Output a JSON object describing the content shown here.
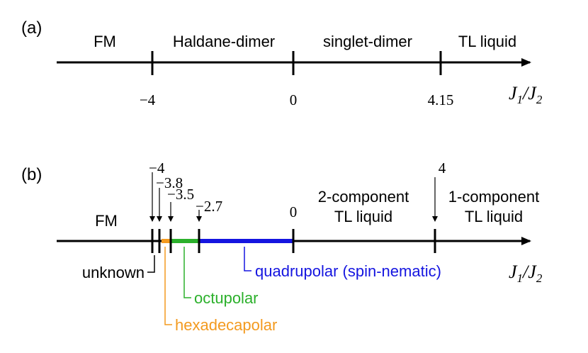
{
  "panel_a": {
    "label": "(a)",
    "regions": [
      "FM",
      "Haldane-dimer",
      "singlet-dimer",
      "TL liquid"
    ],
    "ticks": [
      "−4",
      "0",
      "4.15"
    ],
    "axis_label": {
      "main": "J",
      "sub1": "1",
      "slash": "/J",
      "sub2": "2"
    }
  },
  "panel_b": {
    "label": "(b)",
    "regions": {
      "fm": "FM",
      "two_comp_line1": "2-component",
      "two_comp_line2": "TL liquid",
      "one_comp_line1": "1-component",
      "one_comp_line2": "TL liquid"
    },
    "ticks": {
      "m4": "−4",
      "m38": "−3.8",
      "m35": "−3.5",
      "m27": "−2.7",
      "zero": "0",
      "four": "4"
    },
    "phases": {
      "unknown": "unknown",
      "hexadecapolar": "hexadecapolar",
      "octupolar": "octupolar",
      "quadrupolar": "quadrupolar (spin-nematic)"
    },
    "axis_label": {
      "main": "J",
      "sub1": "1",
      "slash": "/J",
      "sub2": "2"
    }
  },
  "colors": {
    "hexadecapolar": "#F39A1F",
    "octupolar": "#2BB02B",
    "quadrupolar": "#1515E0",
    "axis": "#000000"
  }
}
